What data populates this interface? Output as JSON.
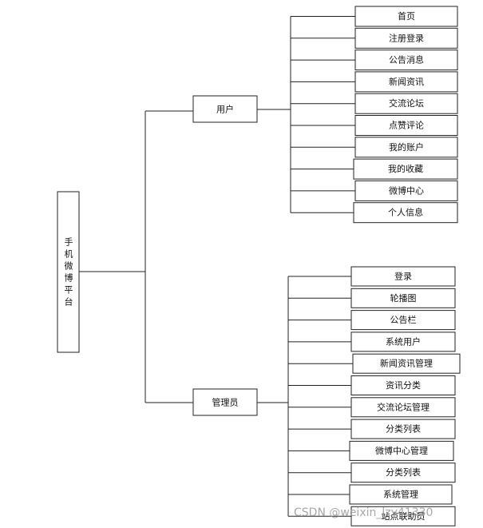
{
  "root": {
    "label": "手机微博平台"
  },
  "branches": [
    {
      "id": "user",
      "label": "用户",
      "children": [
        "首页",
        "注册登录",
        "公告消息",
        "新闻资讯",
        "交流论坛",
        "点赞评论",
        "我的账户",
        "我的收藏",
        "微博中心",
        "个人信息"
      ]
    },
    {
      "id": "admin",
      "label": "管理员",
      "children": [
        "登录",
        "轮播图",
        "公告栏",
        "系统用户",
        "新闻资讯管理",
        "资讯分类",
        "交流论坛管理",
        "分类列表",
        "微博中心管理",
        "分类列表",
        "系统管理",
        "站点联助员"
      ]
    }
  ],
  "watermark": "CSDN @weixin_lzy41330"
}
